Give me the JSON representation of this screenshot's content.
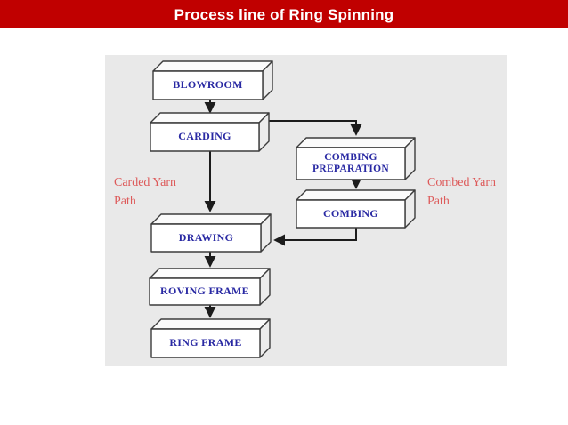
{
  "header": {
    "title": "Process line of Ring Spinning"
  },
  "diagram": {
    "boxes": [
      {
        "id": "blowroom",
        "label": "BLOWROOM"
      },
      {
        "id": "carding",
        "label": "CARDING"
      },
      {
        "id": "combing-preparation",
        "label": "COMBING PREPARATION"
      },
      {
        "id": "combing",
        "label": "COMBING"
      },
      {
        "id": "drawing",
        "label": "DRAWING"
      },
      {
        "id": "roving-frame",
        "label": "ROVING FRAME"
      },
      {
        "id": "ring-frame",
        "label": "RING FRAME"
      }
    ],
    "annotations": {
      "carded_path": "Carded Yarn Path",
      "combed_path": "Combed Yarn Path"
    },
    "flow": [
      "BLOWROOM→CARDING",
      "CARDING→DRAWING",
      "CARDING→COMBING PREPARATION",
      "COMBING PREPARATION→COMBING",
      "COMBING→DRAWING",
      "DRAWING→ROVING FRAME",
      "ROVING FRAME→RING FRAME"
    ],
    "colors": {
      "header_background": "#c00000",
      "header_text": "#ffffff",
      "panel_background": "#e9e9e9",
      "box_fill": "#ffffff",
      "box_border": "#3c3c3c",
      "box_text": "#2929a3",
      "arrow": "#1c1c1c",
      "annotation_text": "#dd5a5a"
    }
  }
}
